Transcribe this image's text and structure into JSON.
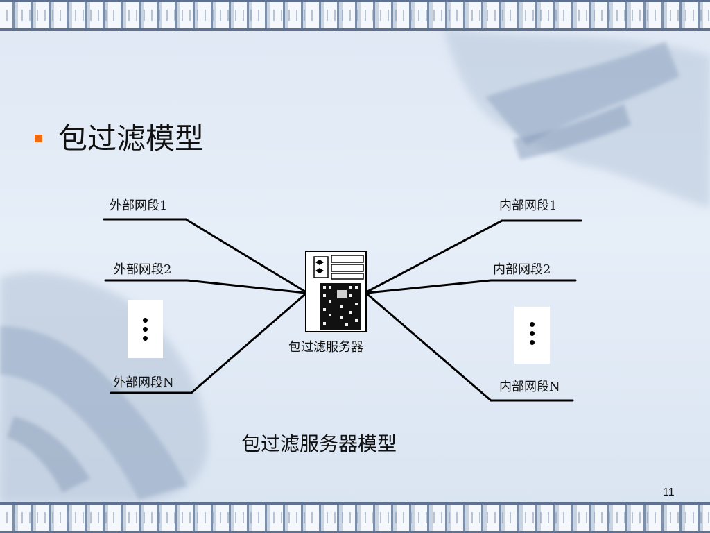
{
  "slide": {
    "title": "包过滤模型",
    "caption": "包过滤服务器模型",
    "page_number": "11"
  },
  "diagram": {
    "server_label": "包过滤服务器",
    "external_segments": [
      {
        "label": "外部网段1"
      },
      {
        "label": "外部网段2"
      },
      {
        "label": "外部网段N"
      }
    ],
    "internal_segments": [
      {
        "label": "内部网段1"
      },
      {
        "label": "内部网段2"
      },
      {
        "label": "内部网段N"
      }
    ],
    "ellipsis_icon": "vertical-ellipsis-icon",
    "server_icon": "server-tower-icon"
  },
  "colors": {
    "bullet": "#f06a12",
    "text": "#111111",
    "line": "#000000",
    "background": "#e3ecf7"
  }
}
